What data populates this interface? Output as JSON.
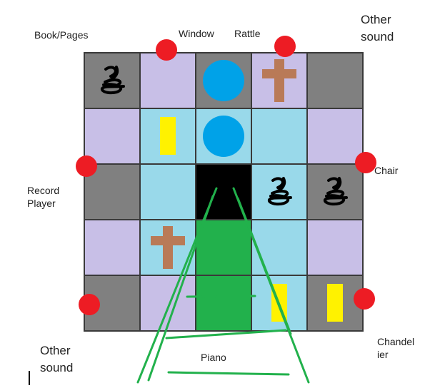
{
  "labels": {
    "book_pages": "Book/Pages",
    "window": "Window",
    "rattle": "Rattle",
    "other_sound_top": "Other\nsound",
    "record_player": "Record\nPlayer",
    "chair": "Chair",
    "other_sound_bottom": "Other\nsound",
    "chandelier": "Chandel\nier",
    "piano": "Piano"
  },
  "colors": {
    "gray": "#808080",
    "lavender": "#c8bfe7",
    "light_blue": "#99d9ea",
    "black": "#000000",
    "green": "#22b14c",
    "red": "#ed1c24",
    "blue": "#00a2e8",
    "yellow": "#fff200",
    "brown": "#b97a57",
    "grid_line": "#3a3a3a"
  },
  "board": {
    "rows": [
      [
        "gray",
        "lavender",
        "gray",
        "lavender",
        "gray"
      ],
      [
        "lavender",
        "light_blue",
        "light_blue",
        "light_blue",
        "lavender"
      ],
      [
        "gray",
        "light_blue",
        "black",
        "light_blue",
        "gray"
      ],
      [
        "lavender",
        "light_blue",
        "green",
        "light_blue",
        "lavender"
      ],
      [
        "gray",
        "lavender",
        "green",
        "light_blue",
        "gray"
      ]
    ],
    "pieces": [
      {
        "row": 0,
        "col": 0,
        "icon": "scribble-icon"
      },
      {
        "row": 0,
        "col": 2,
        "icon": "blue-circle-icon"
      },
      {
        "row": 0,
        "col": 3,
        "icon": "cross-icon"
      },
      {
        "row": 1,
        "col": 1,
        "icon": "yellow-bar-icon"
      },
      {
        "row": 1,
        "col": 2,
        "icon": "blue-circle-icon"
      },
      {
        "row": 2,
        "col": 3,
        "icon": "scribble-icon"
      },
      {
        "row": 2,
        "col": 4,
        "icon": "scribble-icon"
      },
      {
        "row": 3,
        "col": 1,
        "icon": "cross-icon"
      },
      {
        "row": 4,
        "col": 3,
        "icon": "yellow-bar-icon"
      },
      {
        "row": 4,
        "col": 4,
        "icon": "yellow-bar-icon"
      }
    ]
  }
}
